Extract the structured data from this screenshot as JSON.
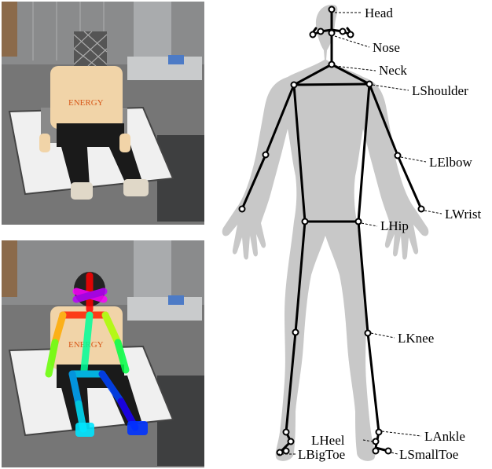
{
  "photos": {
    "top": {
      "caption": ""
    },
    "bottom": {
      "caption": ""
    },
    "shirt_text": "ENERGY"
  },
  "skeleton": {
    "labels": {
      "head": "Head",
      "nose": "Nose",
      "neck": "Neck",
      "lshoulder": "LShoulder",
      "lelbow": "LElbow",
      "lwrist": "LWrist",
      "lhip": "LHip",
      "lknee": "LKnee",
      "lheel": "LHeel",
      "lankle": "LAnkle",
      "lbigtoe": "LBigToe",
      "lsmalltoe": "LSmallToe"
    }
  },
  "colors": {
    "silhouette": "#c8c8c8",
    "skeleton": "#000000",
    "keypoint_fill": "#ffffff",
    "pose_colors": [
      "#ff0000",
      "#ff8800",
      "#ffee00",
      "#66ff00",
      "#00ff66",
      "#00ddff",
      "#0066ff",
      "#2200ff",
      "#ff00ff"
    ]
  }
}
